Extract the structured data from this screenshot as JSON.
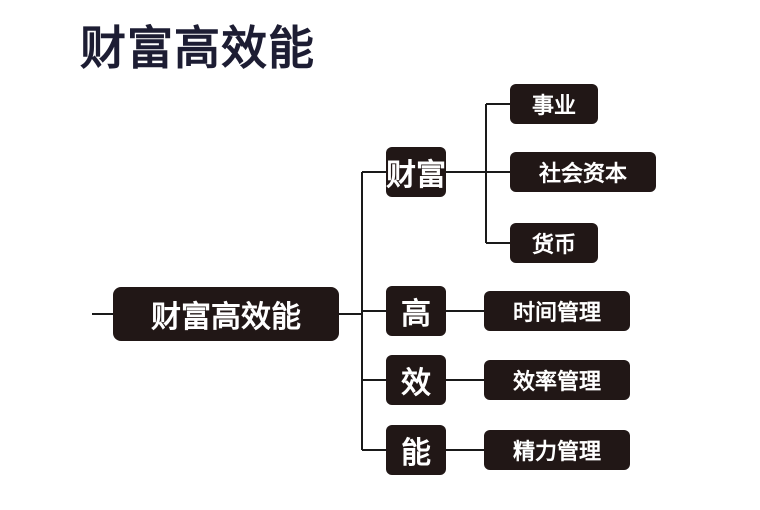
{
  "title": "财富高效能",
  "root": {
    "label": "财富高效能"
  },
  "branches": [
    {
      "label": "财富",
      "children": [
        "事业",
        "社会资本",
        "货币"
      ]
    },
    {
      "label": "高",
      "children": [
        "时间管理"
      ]
    },
    {
      "label": "效",
      "children": [
        "效率管理"
      ]
    },
    {
      "label": "能",
      "children": [
        "精力管理"
      ]
    }
  ]
}
